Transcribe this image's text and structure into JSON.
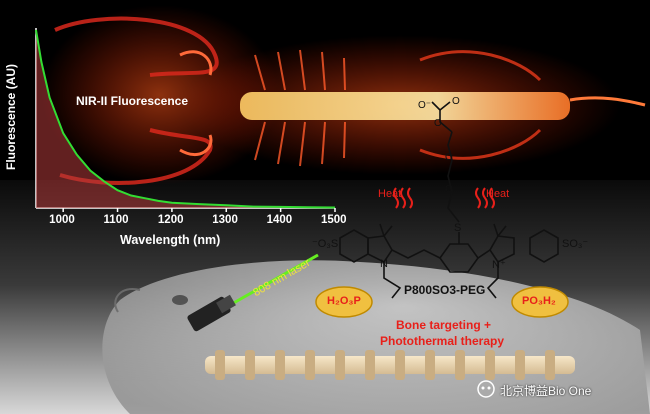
{
  "image_text": "NIR-II Fluorescence",
  "chart_data": {
    "type": "area",
    "ylabel": "Fluorescence (AU)",
    "xlabel": "Wavelength (nm)",
    "x_ticks": [
      "1000",
      "1100",
      "1200",
      "1300",
      "1400",
      "1500"
    ],
    "xlim": [
      950,
      1500
    ],
    "ylim": [
      0,
      1
    ],
    "x": [
      950,
      960,
      975,
      1000,
      1025,
      1050,
      1075,
      1100,
      1125,
      1150,
      1175,
      1200,
      1250,
      1300,
      1350,
      1400,
      1450,
      1500
    ],
    "y": [
      1.0,
      0.82,
      0.62,
      0.42,
      0.3,
      0.21,
      0.15,
      0.1,
      0.07,
      0.055,
      0.04,
      0.03,
      0.022,
      0.015,
      0.008,
      0.006,
      0.004,
      0.003
    ],
    "colors": {
      "line": "#33dd33",
      "fill": "#b23a3a"
    }
  },
  "molecule": {
    "name": "P800SO3-PEG",
    "so3_left": "⁻O₃S",
    "so3_right": "SO₃⁻",
    "phosphonate_left": "H₂O₃P",
    "phosphonate_right": "PO₃H₂",
    "heat_label_left": "Heat",
    "heat_label_right": "Heat",
    "linker_atom": "S",
    "n_plus": "N⁺",
    "n_atom": "N",
    "carboxylate": "O⁻",
    "oxygen_1": "O",
    "oxygen_2": "O",
    "oxygen_3": "O",
    "oxygen_carbonyl": "O"
  },
  "laser_label": "808 nm laser",
  "therapy_label_line1": "Bone targeting +",
  "therapy_label_line2": "Photothermal therapy",
  "watermark": "北京博益Bio One",
  "colors": {
    "heat": "#e8201a",
    "phosphonate_fill": "#f0c040",
    "laser": "#66ee22"
  }
}
